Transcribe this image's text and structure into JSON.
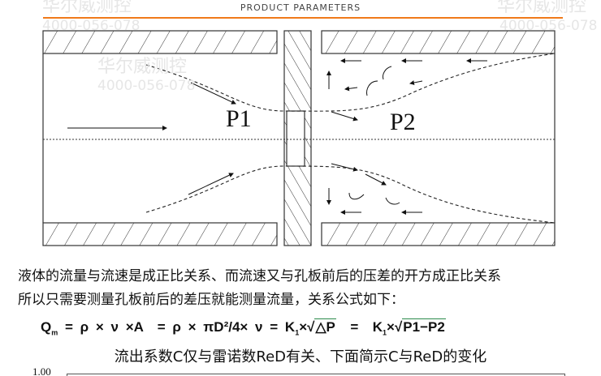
{
  "header": {
    "title": "PRODUCT PARAMETERS",
    "accent_color": "#f07a1a"
  },
  "watermark": {
    "brand": "华尔威测控",
    "phone": "4000-056-078"
  },
  "diagram": {
    "label_p1": "P1",
    "label_p2": "P2"
  },
  "text": {
    "line1": "液体的流量与流速是成正比关系、而流速又与孔板前后的压差的开方成正比关系",
    "line2": "所以只需要测量孔板前后的差压就能测量流量，关系公式如下："
  },
  "formula": {
    "qm": "Q",
    "qm_sub": "m",
    "part1": "= ρ × ν ×A",
    "part2": "= ρ × πD²/4× ν =",
    "k1a": "K",
    "k1_sub": "1",
    "times1": "×√",
    "dp": "△P",
    "eq": "=",
    "k1b": "K",
    "times2": "×√",
    "p1p2": "P1−P2"
  },
  "caption": "流出系数C仅与雷诺数ReD有关、下面简示C与ReD的变化",
  "chart_top": {
    "ytick": "1.00"
  }
}
